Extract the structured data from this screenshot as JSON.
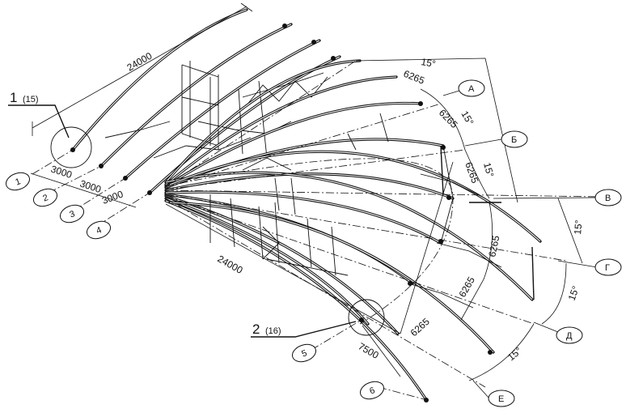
{
  "callouts": [
    {
      "main": "1",
      "sub": "(15)"
    },
    {
      "main": "2",
      "sub": "(16)"
    }
  ],
  "dimensions": {
    "length_top": "24000",
    "length_bottom": "24000",
    "spacing": [
      "3000",
      "3000",
      "3000"
    ],
    "arc_segment": "6265",
    "end_span": "7500",
    "angle": "15°"
  },
  "axes_numeric": [
    "1",
    "2",
    "3",
    "4",
    "5",
    "6"
  ],
  "axes_letter": [
    "А",
    "Б",
    "В",
    "Г",
    "Д",
    "Е"
  ]
}
